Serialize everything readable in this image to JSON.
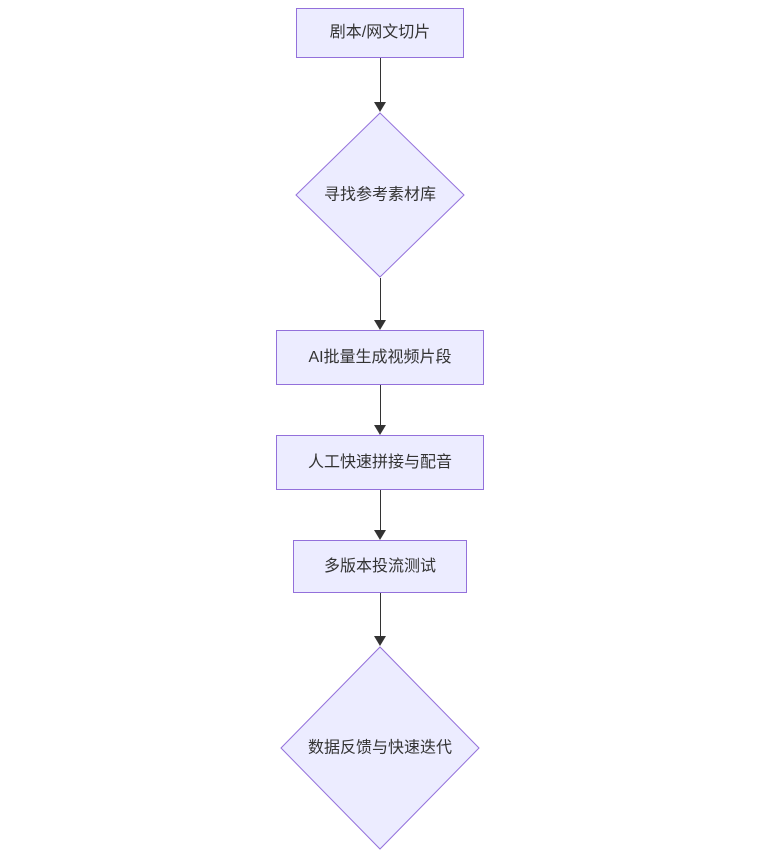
{
  "diagram": {
    "type": "flowchart",
    "direction": "top-down",
    "nodes": [
      {
        "id": "A",
        "shape": "rectangle",
        "label": "剧本/网文切片"
      },
      {
        "id": "B",
        "shape": "diamond",
        "label": "寻找参考素材库"
      },
      {
        "id": "C",
        "shape": "rectangle",
        "label": "AI批量生成视频片段"
      },
      {
        "id": "D",
        "shape": "rectangle",
        "label": "人工快速拼接与配音"
      },
      {
        "id": "E",
        "shape": "rectangle",
        "label": "多版本投流测试"
      },
      {
        "id": "F",
        "shape": "diamond",
        "label": "数据反馈与快速迭代"
      }
    ],
    "edges": [
      {
        "from": "A",
        "to": "B",
        "arrow": "down"
      },
      {
        "from": "B",
        "to": "C",
        "arrow": "down"
      },
      {
        "from": "C",
        "to": "D",
        "arrow": "down"
      },
      {
        "from": "D",
        "to": "E",
        "arrow": "down"
      },
      {
        "from": "E",
        "to": "F",
        "arrow": "down"
      }
    ],
    "colors": {
      "node_fill": "#ECECFF",
      "node_border": "#9370DB",
      "label_text": "#333333",
      "edge_line": "#333333"
    }
  }
}
